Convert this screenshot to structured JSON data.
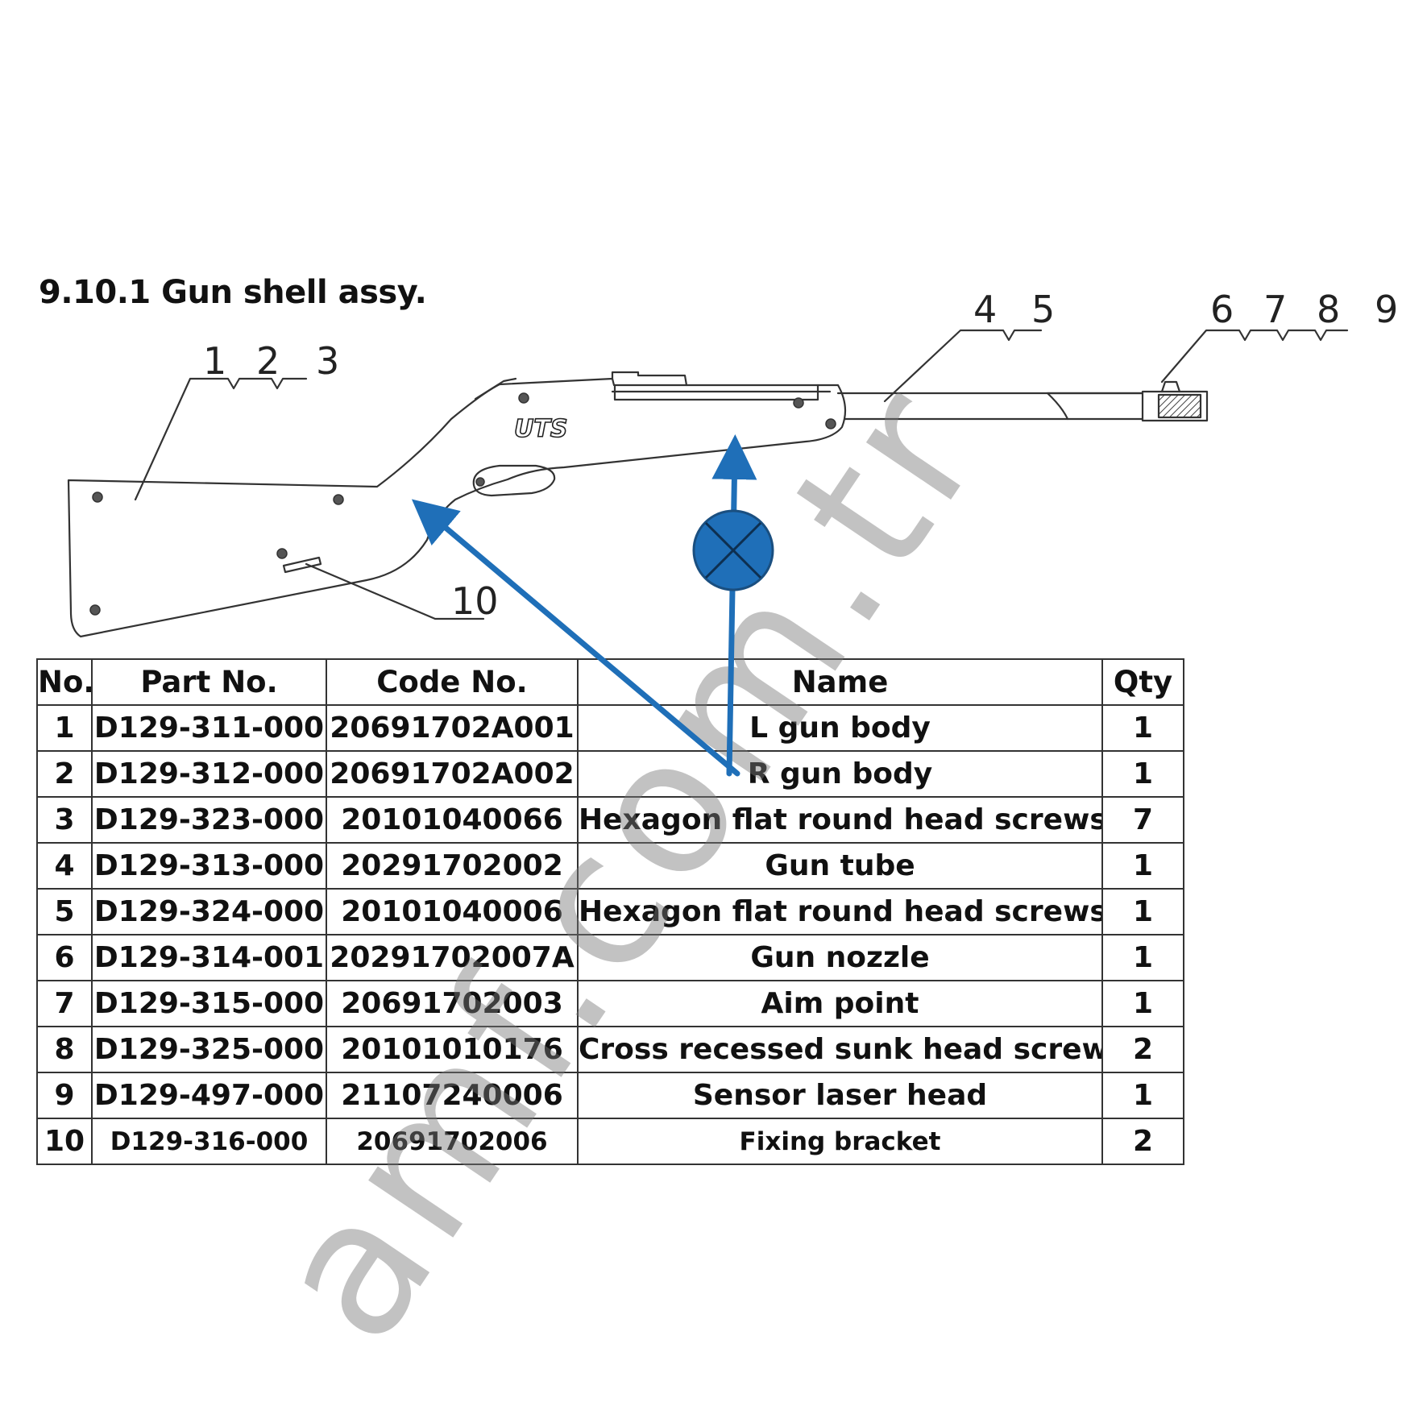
{
  "document": {
    "title": "9.10.1 Gun shell assy.",
    "brand_logo_text": "UTS",
    "watermark": "amf.com.tr",
    "callouts": {
      "c1": "1",
      "c2": "2",
      "c3": "3",
      "c4": "4",
      "c5": "5",
      "c6": "6",
      "c7": "7",
      "c8": "8",
      "c9": "9",
      "c10": "10"
    }
  },
  "table": {
    "headers": {
      "no": "No.",
      "part_no": "Part No.",
      "code_no": "Code No.",
      "name": "Name",
      "qty": "Qty"
    },
    "rows": [
      {
        "no": "1",
        "part_no": "D129-311-000",
        "code_no": "20691702A001",
        "name": "L gun body",
        "qty": "1"
      },
      {
        "no": "2",
        "part_no": "D129-312-000",
        "code_no": "20691702A002",
        "name": "R gun body",
        "qty": "1"
      },
      {
        "no": "3",
        "part_no": "D129-323-000",
        "code_no": "20101040066",
        "name": "Hexagon flat round head screws",
        "qty": "7"
      },
      {
        "no": "4",
        "part_no": "D129-313-000",
        "code_no": "20291702002",
        "name": "Gun tube",
        "qty": "1"
      },
      {
        "no": "5",
        "part_no": "D129-324-000",
        "code_no": "20101040006",
        "name": "Hexagon flat round head screws",
        "qty": "1"
      },
      {
        "no": "6",
        "part_no": "D129-314-001",
        "code_no": "20291702007A",
        "name": "Gun nozzle",
        "qty": "1"
      },
      {
        "no": "7",
        "part_no": "D129-315-000",
        "code_no": "20691702003",
        "name": "Aim point",
        "qty": "1"
      },
      {
        "no": "8",
        "part_no": "D129-325-000",
        "code_no": "20101010176",
        "name": "Cross recessed sunk head screw",
        "qty": "2"
      },
      {
        "no": "9",
        "part_no": "D129-497-000",
        "code_no": "21107240006",
        "name": "Sensor laser head",
        "qty": "1"
      },
      {
        "no": "10",
        "part_no": "D129-316-000",
        "code_no": "20691702006",
        "name": "Fixing bracket",
        "qty": "2"
      }
    ]
  },
  "colors": {
    "annotation_blue": "#1f6fb8",
    "line": "#333333",
    "watermark_gray": "#8a8a8a"
  },
  "icons": {
    "marker": "crossed-circle-icon"
  }
}
